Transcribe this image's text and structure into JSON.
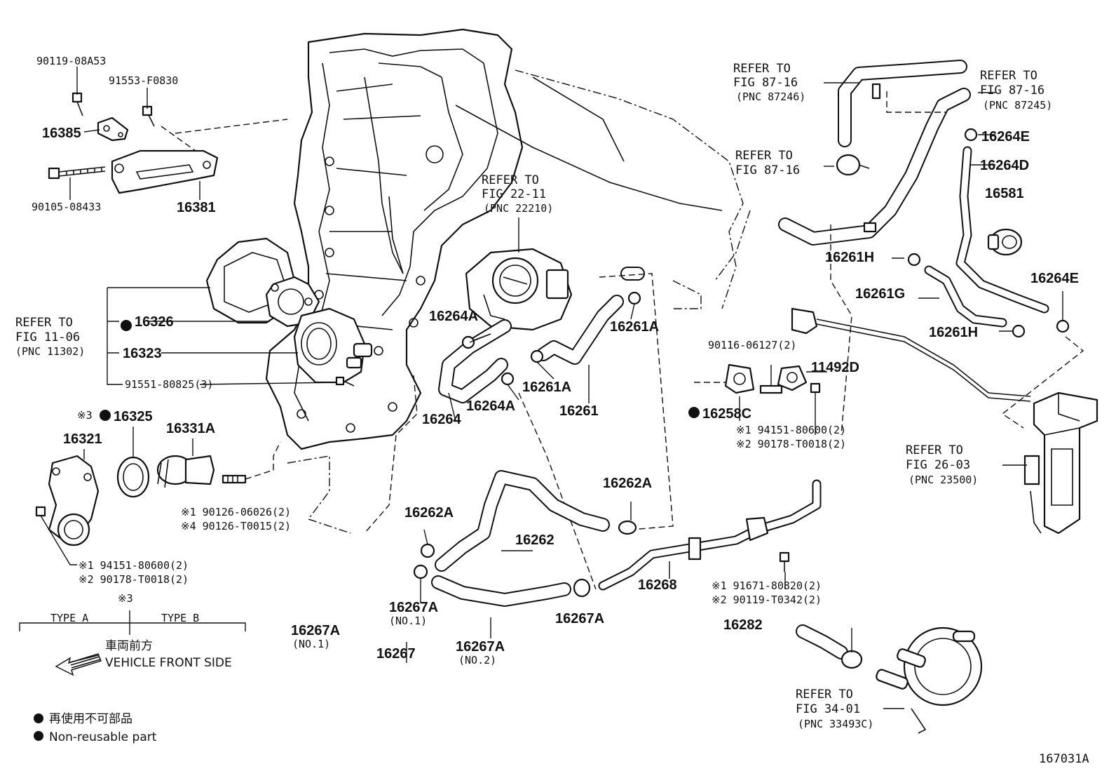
{
  "diagram_id": "167031A",
  "labels": {
    "p90119_08A53": "90119-08A53",
    "p91553_F0830": "91553-F0830",
    "p16385": "16385",
    "p90105_08433": "90105-08433",
    "p16381": "16381",
    "p16326": "16326",
    "p16323": "16323",
    "p91551_80825": "91551-80825(3)",
    "p16325": "16325",
    "p16321": "16321",
    "p16331A": "16331A",
    "p90126_06026": "※1 90126-06026(2)",
    "p490126_T0015": "※4 90126-T0015(2)",
    "p94151_80600_l": "※1 94151-80600(2)",
    "p90178_T0018_l": "※2 90178-T0018(2)",
    "p16264A_a": "16264A",
    "p16264A_b": "16264A",
    "p16264": "16264",
    "p16261A_a": "16261A",
    "p16261A_b": "16261A",
    "p16261": "16261",
    "p16262A_a": "16262A",
    "p16262A_b": "16262A",
    "p16262": "16262",
    "p16267A_a": "16267A",
    "p16267A_a_sub": "(NO.1)",
    "p16267A_b": "16267A",
    "p16267A_b_sub": "(NO.1)",
    "p16267": "16267",
    "p16267A_c": "16267A",
    "p16267A_c_sub": "(NO.2)",
    "p16267A_d": "16267A",
    "p16268": "16268",
    "p90116_06127": "90116-06127(2)",
    "p11492D": "11492D",
    "p16258C": "16258C",
    "p94151_80600_r": "※1 94151-80600(2)",
    "p90178_T0018_r": "※2 90178-T0018(2)",
    "p91671_80820": "※1 91671-80820(2)",
    "p90119_T0342": "※2 90119-T0342(2)",
    "p16282": "16282",
    "p16264E_a": "16264E",
    "p16264D": "16264D",
    "p16581": "16581",
    "p16261H_a": "16261H",
    "p16261G": "16261G",
    "p16264E_b": "16264E",
    "p16261H_b": "16261H",
    "mark3": "※3",
    "type_a": "TYPE A",
    "type_b": "TYPE B"
  },
  "refs": {
    "ref_1106": {
      "l1": "REFER TO",
      "l2": "FIG 11-06",
      "l3": "(PNC 11302)"
    },
    "ref_2211": {
      "l1": "REFER TO",
      "l2": "FIG 22-11",
      "l3": "(PNC 22210)"
    },
    "ref_8716a": {
      "l1": "REFER TO",
      "l2": "FIG 87-16",
      "l3": "(PNC 87246)"
    },
    "ref_8716b": {
      "l1": "REFER TO",
      "l2": "FIG 87-16",
      "l3": "(PNC 87245)"
    },
    "ref_8716c": {
      "l1": "REFER TO",
      "l2": "FIG 87-16"
    },
    "ref_2603": {
      "l1": "REFER TO",
      "l2": "FIG 26-03",
      "l3": "(PNC 23500)"
    },
    "ref_3401": {
      "l1": "REFER TO",
      "l2": "FIG 34-01",
      "l3": "(PNC 33493C)"
    }
  },
  "legend": {
    "front_jp": "車両前方",
    "front_en": "VEHICLE FRONT SIDE",
    "nonreuse_jp": "再使用不可部品",
    "nonreuse_en": "Non-reusable part"
  }
}
